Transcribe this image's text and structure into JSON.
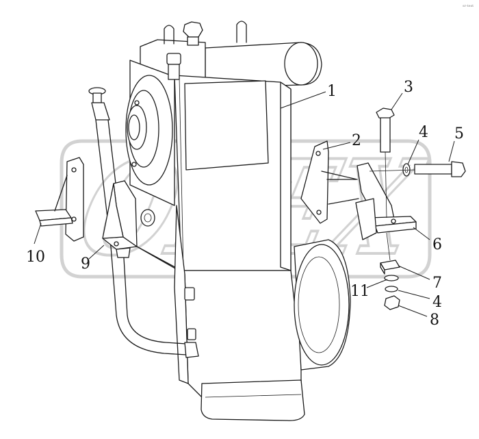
{
  "diagram": {
    "watermark_text": "OPEX",
    "corner_mark": "sr-test",
    "callouts": [
      {
        "id": "1",
        "text": "1"
      },
      {
        "id": "2",
        "text": "2"
      },
      {
        "id": "3",
        "text": "3"
      },
      {
        "id": "4a",
        "text": "4"
      },
      {
        "id": "5",
        "text": "5"
      },
      {
        "id": "6",
        "text": "6"
      },
      {
        "id": "7",
        "text": "7"
      },
      {
        "id": "4b",
        "text": "4"
      },
      {
        "id": "8",
        "text": "8"
      },
      {
        "id": "9",
        "text": "9"
      },
      {
        "id": "10",
        "text": "10"
      },
      {
        "id": "11",
        "text": "11"
      }
    ]
  }
}
